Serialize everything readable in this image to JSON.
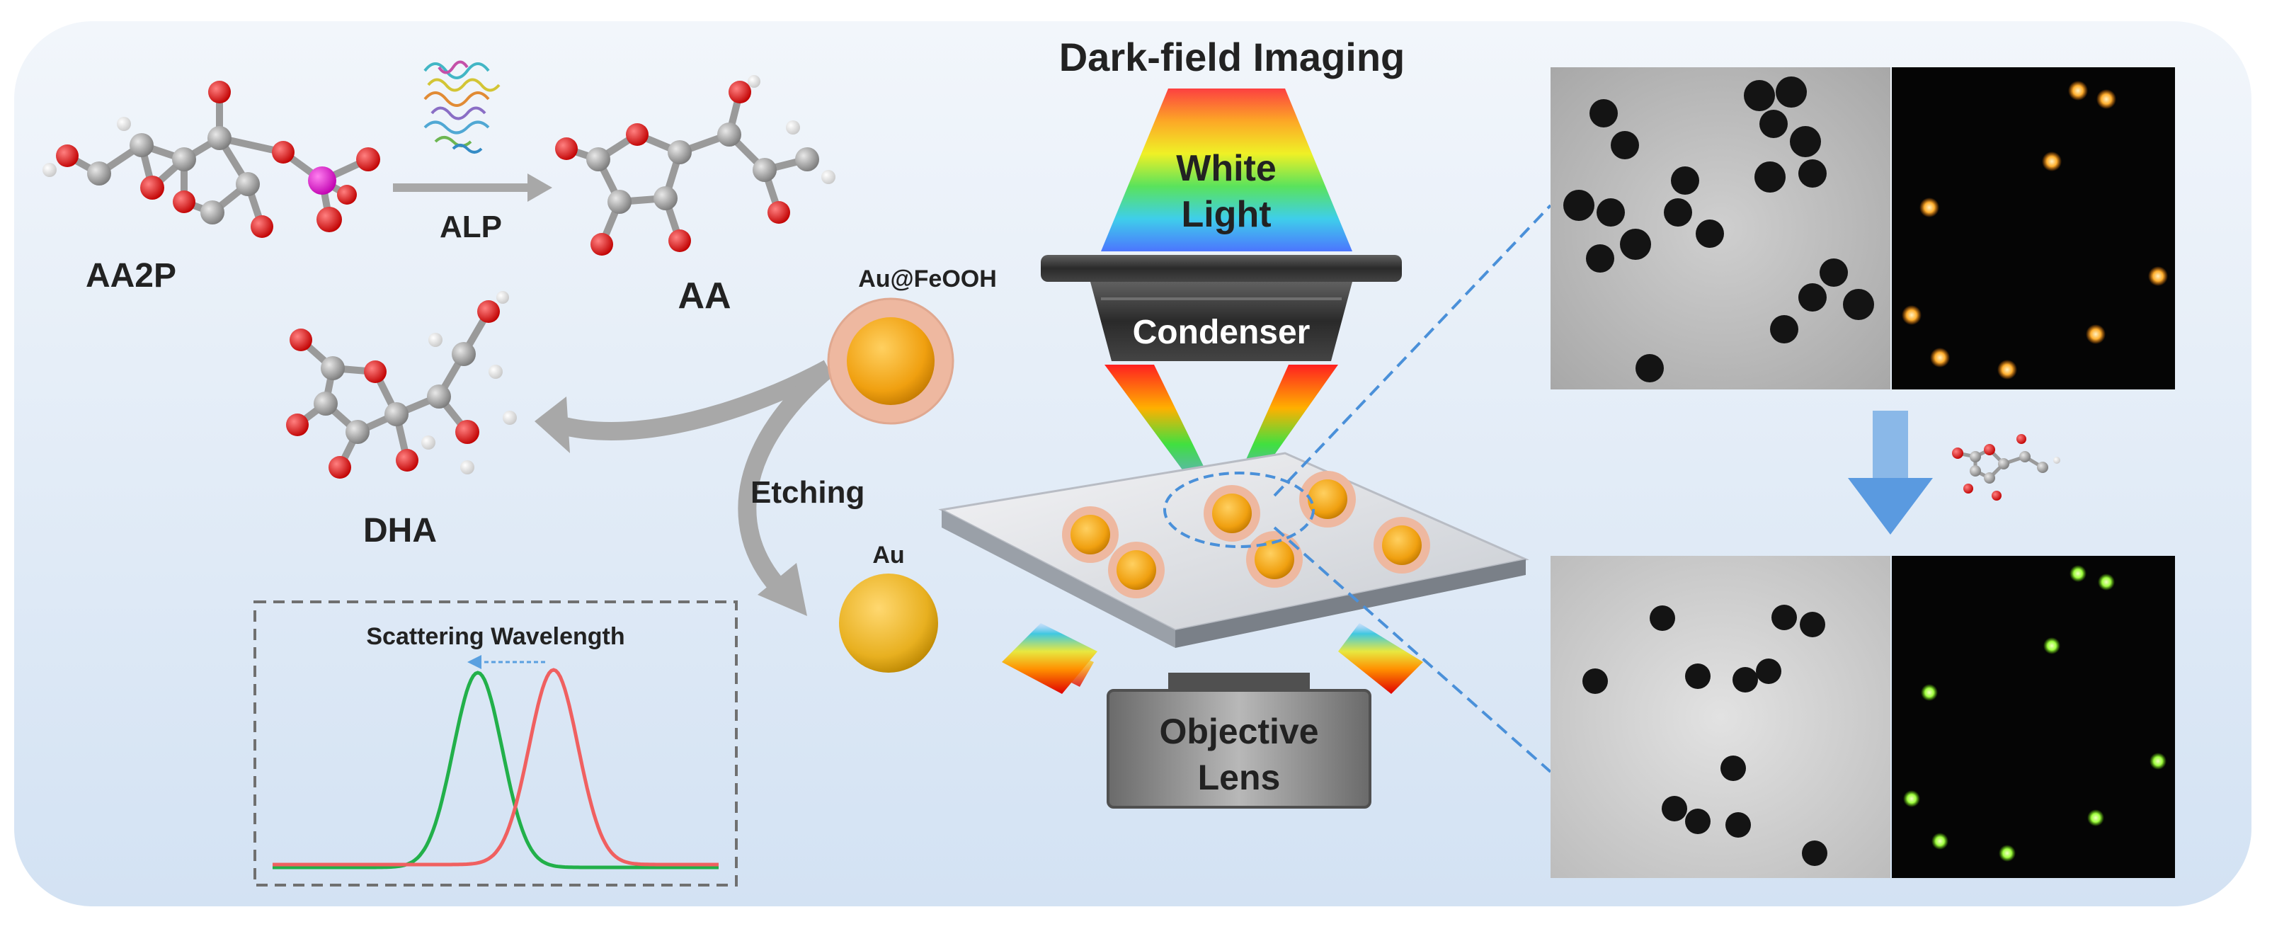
{
  "labels": {
    "aa2p": "AA2P",
    "alp": "ALP",
    "aa": "AA",
    "dha": "DHA",
    "au_feooh": "Au@FeOOH",
    "etching": "Etching",
    "au": "Au",
    "dark_field_title": "Dark-field Imaging",
    "white": "White",
    "light": "Light",
    "condenser": "Condenser",
    "objective": "Objective",
    "lens": "Lens",
    "scattering_title": "Scattering Wavelength"
  },
  "colors": {
    "background_gradient_top": "#f2f6fb",
    "background_gradient_bottom": "#d3e2f3",
    "carbon": "#9a9a9a",
    "oxygen": "#e01818",
    "hydrogen": "#f4f4f4",
    "phosphorus": "#e020c8",
    "gold_core": "#f0a010",
    "feooh_shell": "#e8b8a0",
    "green_spot": "#a0ff40",
    "orange_spot": "#ffb030",
    "green_curve": "#22b04a",
    "red_curve": "#f06060",
    "arrow_gray": "#a8a8a8",
    "dashed_line": "#4a90d9"
  },
  "scattering_plot": {
    "series": [
      {
        "color_key": "green_curve",
        "peak_position": 0.46,
        "width": 0.055
      },
      {
        "color_key": "red_curve",
        "peak_position": 0.63,
        "width": 0.055
      }
    ],
    "shift_direction": "left"
  }
}
